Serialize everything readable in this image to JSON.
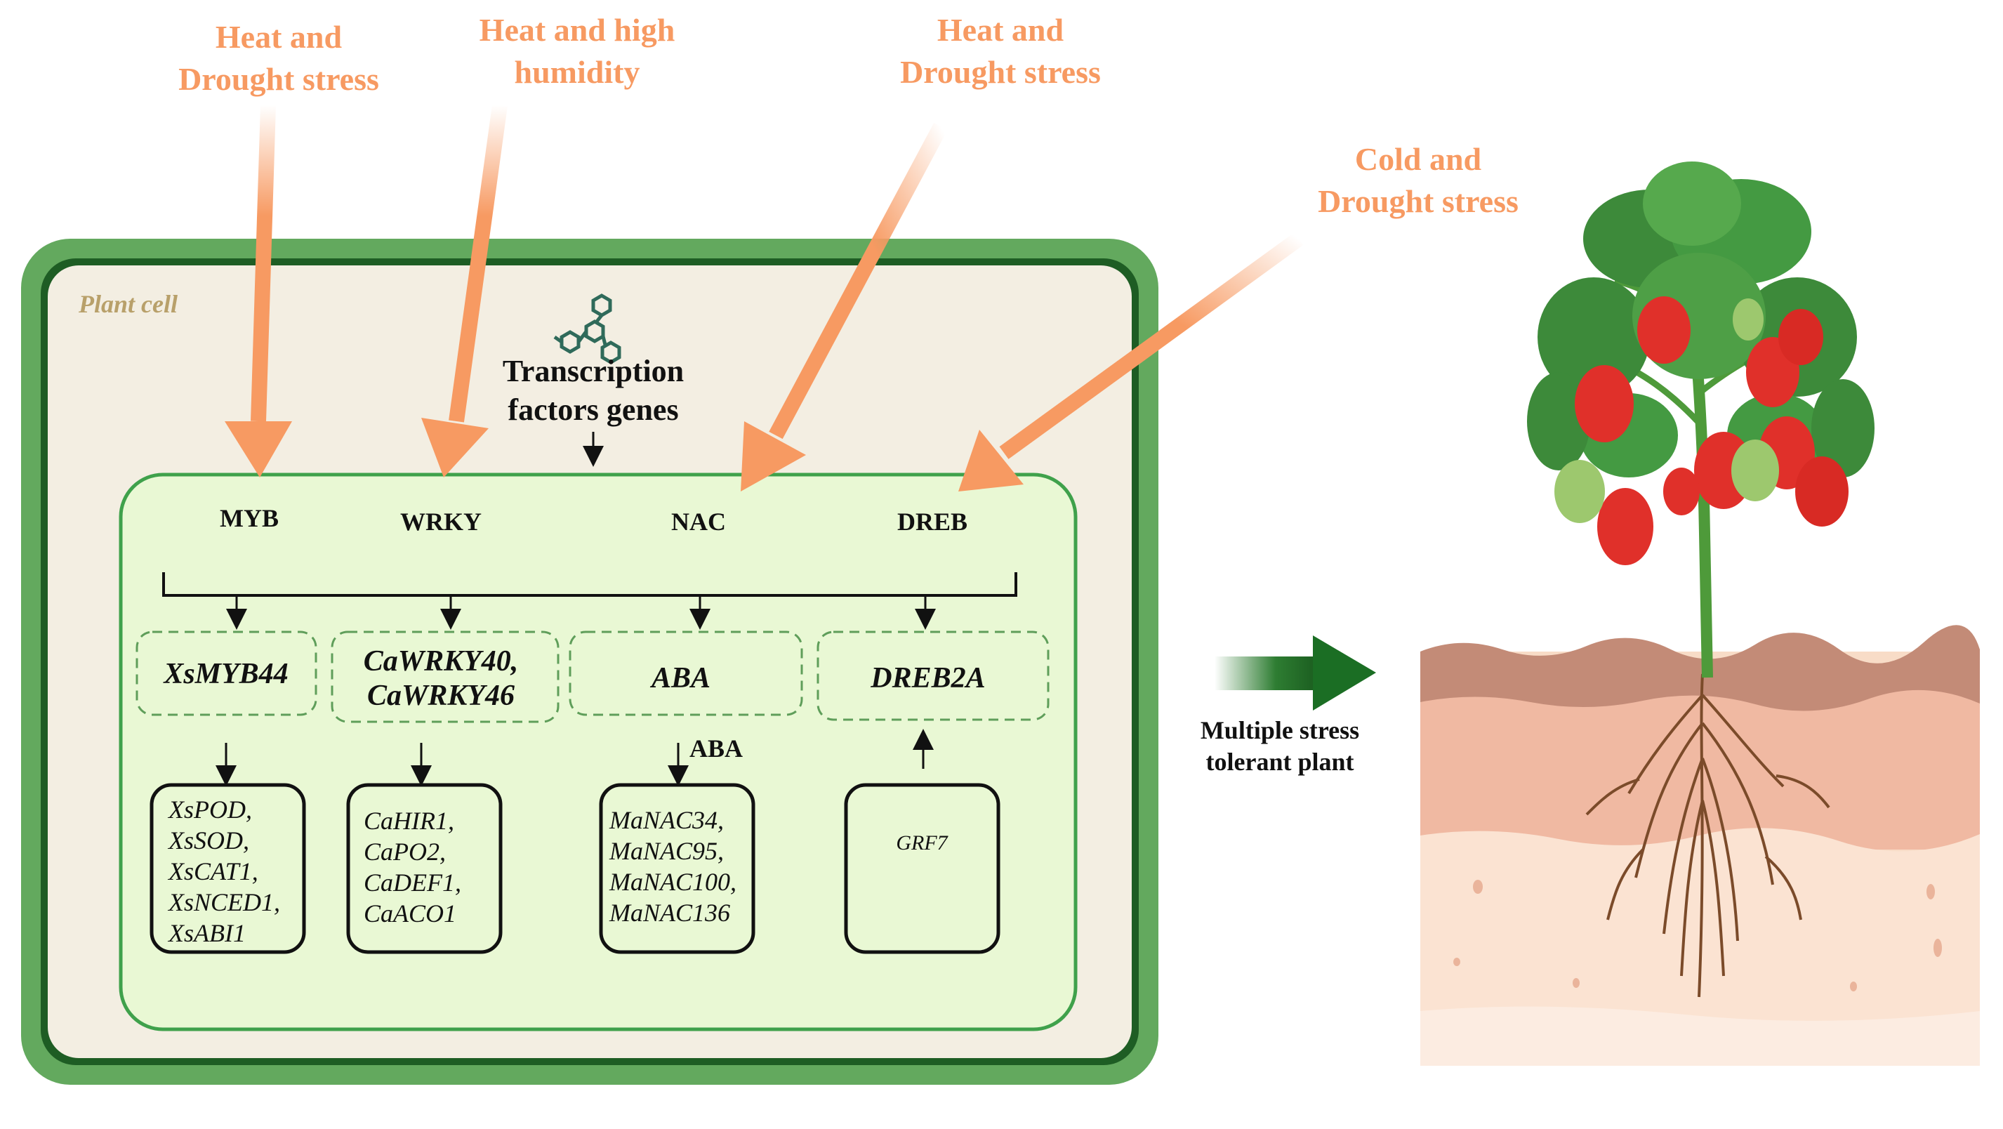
{
  "stresses": {
    "s1": [
      "Heat and",
      "Drought stress"
    ],
    "s2": [
      "Heat and high",
      "humidity"
    ],
    "s3": [
      "Heat and",
      "Drought stress"
    ],
    "s4": [
      "Cold and",
      "Drought stress"
    ]
  },
  "cell": {
    "label": "Plant cell",
    "tf_genes_label": [
      "Transcription",
      "factors genes"
    ]
  },
  "families": [
    "MYB",
    "WRKY",
    "NAC",
    "DREB"
  ],
  "genes": {
    "myb": [
      "XsMYB44"
    ],
    "wrky": [
      "CaWRKY40,",
      "CaWRKY46"
    ],
    "nac": [
      "ABA"
    ],
    "dreb": [
      "DREB2A"
    ]
  },
  "aba_label": "ABA",
  "targets": {
    "myb": [
      "XsPOD,",
      "XsSOD,",
      "XsCAT1,",
      "XsNCED1,",
      "XsABI1"
    ],
    "wrky": [
      "CaHIR1,",
      "CaPO2,",
      "CaDEF1,",
      "CaACO1"
    ],
    "nac": [
      "MaNAC34,",
      "MaNAC95,",
      "MaNAC100,",
      "MaNAC136"
    ],
    "dreb": [
      "GRF7"
    ]
  },
  "result": [
    "Multiple stress",
    "tolerant plant"
  ],
  "colors": {
    "stress_orange": "#f79a62",
    "cell_wall": "#63a95e",
    "cell_bg": "#f3eee2",
    "nucleus_bg": "#e9f8d4",
    "result_arrow": "#2e7d32"
  }
}
